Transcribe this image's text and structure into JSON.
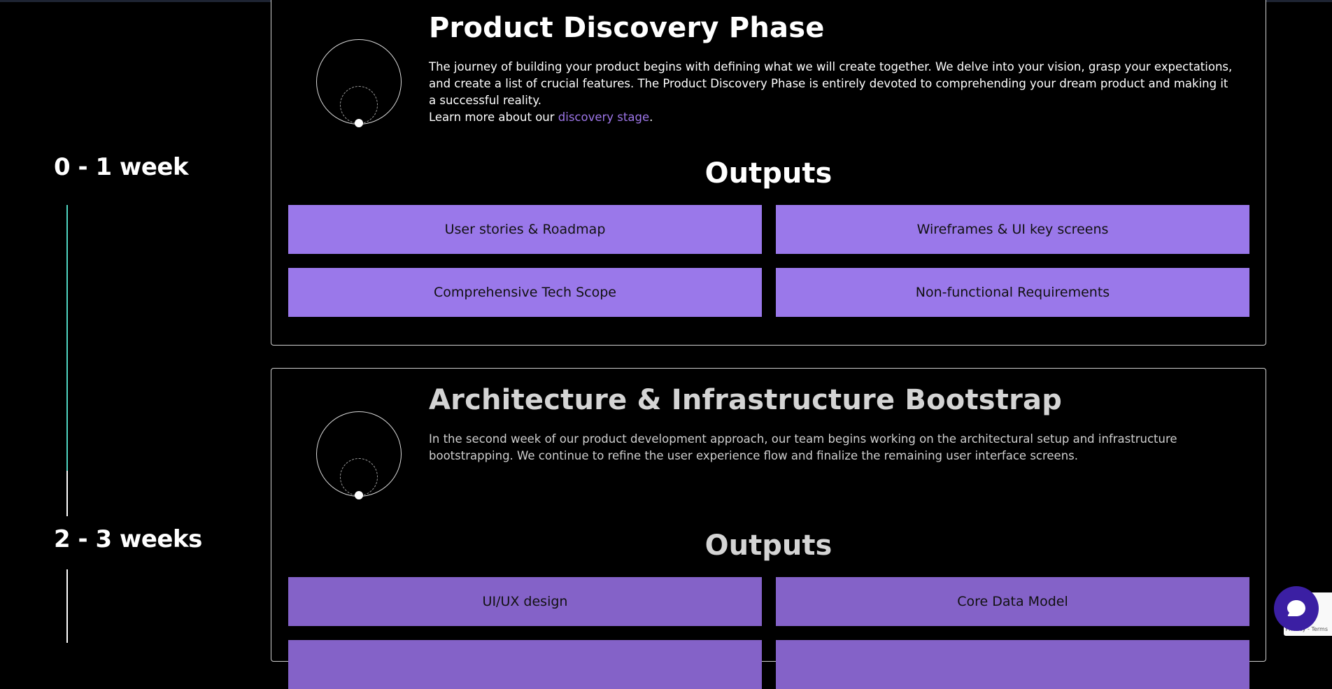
{
  "timeline": {
    "labels": [
      "0 - 1 week",
      "2 - 3 weeks"
    ],
    "colors": {
      "active": "#4fd6c2",
      "inactive": "#ffffff"
    }
  },
  "phases": [
    {
      "title": "Product Discovery Phase",
      "description": "The journey of building your product begins with defining what we will create together. We delve into your vision, grasp your expectations, and create a list of crucial features. The Product Discovery Phase is entirely devoted to comprehending your dream product and making it a successful reality.",
      "learn_more_prefix": "Learn more about our ",
      "learn_more_link": "discovery stage",
      "learn_more_suffix": ".",
      "outputs_heading": "Outputs",
      "outputs": [
        "User stories & Roadmap",
        "Wireframes & UI key screens",
        "Comprehensive Tech Scope",
        "Non-functional Requirements"
      ]
    },
    {
      "title": "Architecture & Infrastructure Bootstrap",
      "description": "In the second week of our product development approach, our team begins working on the architectural setup and infrastructure bootstrapping. We continue to refine the user experience flow and finalize the remaining user interface screens.",
      "outputs_heading": "Outputs",
      "outputs": [
        "UI/UX design",
        "Core Data Model"
      ]
    }
  ],
  "widgets": {
    "chat_icon": "chat-bubble-icon",
    "recaptcha_text": "Privacy - Terms"
  },
  "colors": {
    "accent_purple": "#9a78ea",
    "link_purple": "#9d76e8",
    "chat_button": "#3b1fa3"
  }
}
